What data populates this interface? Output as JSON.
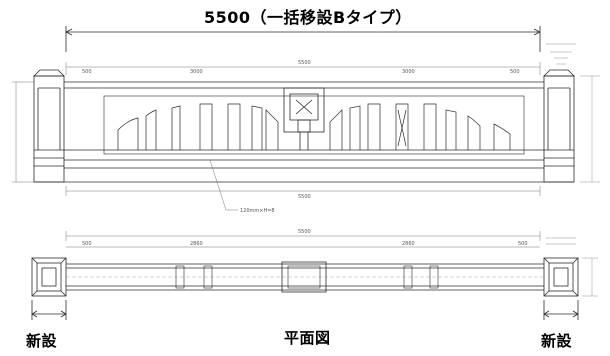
{
  "title": "5500（一括移設Bタイプ）",
  "plan_caption": "平面図",
  "left_label": "新設",
  "right_label": "新設",
  "elevation": {
    "total_dim": "5500",
    "seg_dims": [
      "500",
      "3000",
      "3000",
      "500"
    ],
    "note": "120mm×H=8"
  },
  "plan": {
    "total_dim": "5500",
    "seg_dims": [
      "500",
      "2860",
      "2860",
      "500"
    ]
  },
  "colors": {
    "line": "#2b2b2b",
    "dim": "#555555"
  }
}
